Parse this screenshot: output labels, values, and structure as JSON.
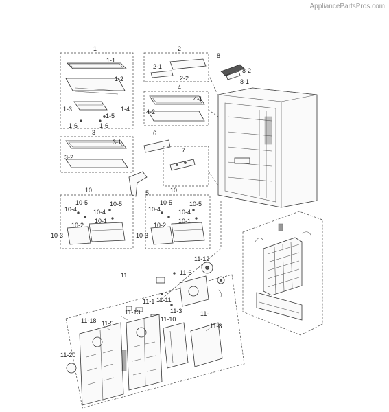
{
  "watermark": "AppliancePartsPros.com",
  "callouts": {
    "g1": "1",
    "g1_1": "1-1",
    "g1_2": "1-2",
    "g1_3": "1-3",
    "g1_4": "1-4",
    "g1_5": "1-5",
    "g1_6a": "1-6",
    "g1_6b": "1-6",
    "g2": "2",
    "g2_1": "2-1",
    "g2_2": "2-2",
    "g3": "3",
    "g3_1": "3-1",
    "g3_2": "3-2",
    "g4": "4",
    "g4_1": "4-1",
    "g4_2": "4-2",
    "g5": "5",
    "g6": "6",
    "g7": "7",
    "g8": "8",
    "g8_1": "8-1",
    "g8_2": "8-2",
    "g10a": "10",
    "g10b": "10",
    "g10_5a": "10-5",
    "g10_5b": "10-5",
    "g10_4a": "10-4",
    "g10_4b": "10-4",
    "g10_2a": "10-2",
    "g10_1a": "10-1",
    "g10_3a": "10-3",
    "g10_5c": "10-5",
    "g10_5d": "10-5",
    "g10_4c": "10-4",
    "g10_4d": "10-4",
    "g10_2b": "10-2",
    "g10_1b": "10-1",
    "g10_3b": "10-3",
    "g11": "11",
    "g11_12": "11-12",
    "g11_6": "11-6",
    "g11_11": "11-11",
    "g11_1": "11-1",
    "g11_13": "11-13",
    "g11_10": "11-10",
    "g11_3": "11-3",
    "g11_dash": "11-",
    "g11_18": "11-18",
    "g11_5": "11-5",
    "g11_8": "11-8",
    "g11_20": "11-20"
  }
}
